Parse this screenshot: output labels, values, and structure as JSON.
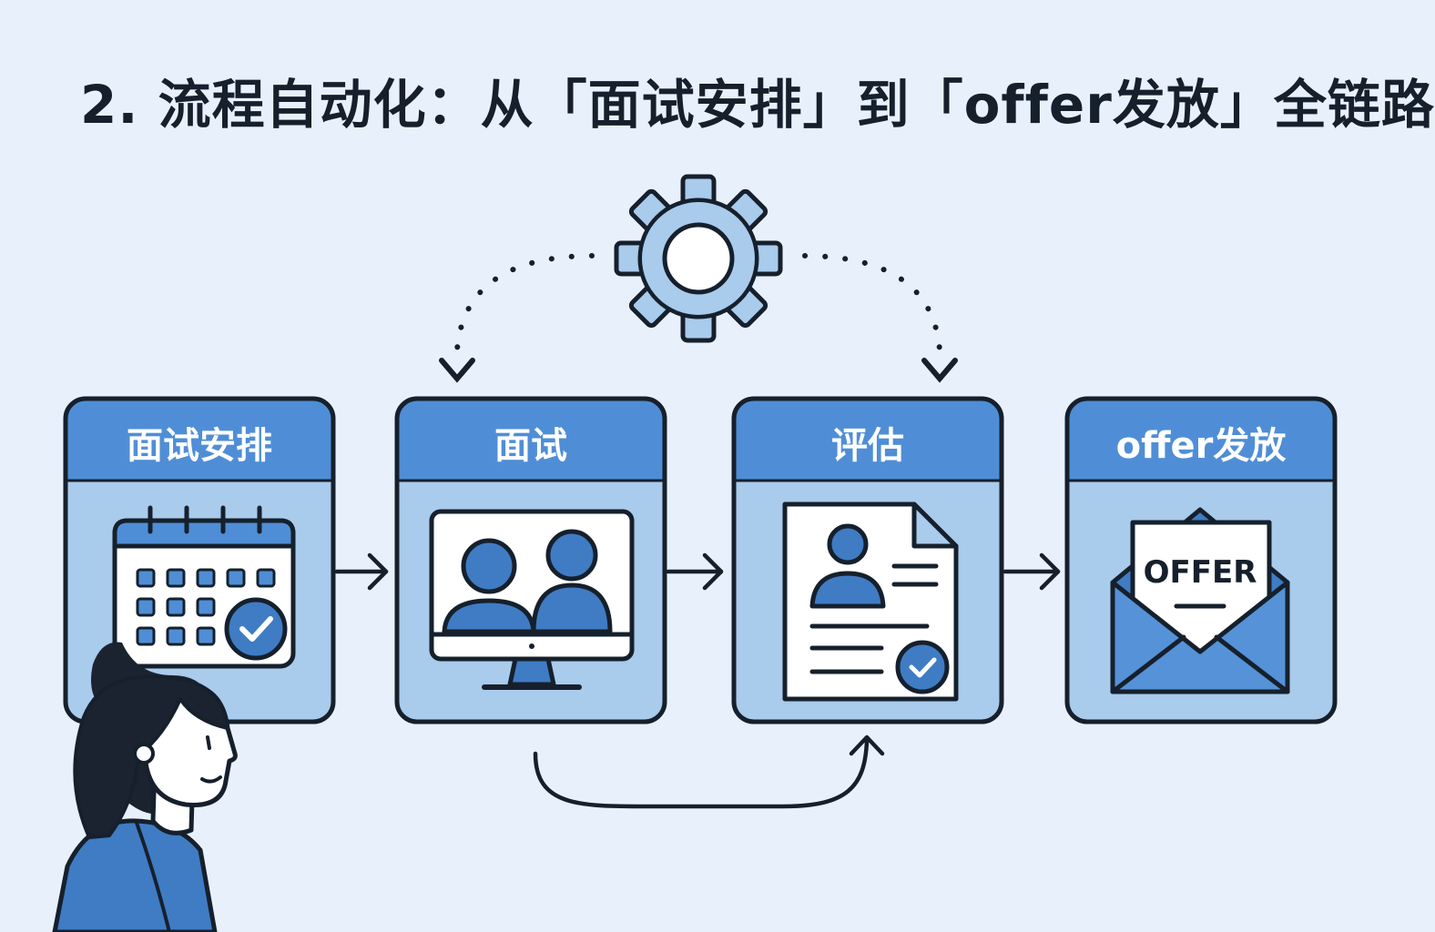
{
  "title": "2. 流程自动化：从「面试安排」到「offer发放」全链路",
  "stages": [
    {
      "label": "面试安排",
      "icon": "calendar-check-icon"
    },
    {
      "label": "面试",
      "icon": "video-interview-icon"
    },
    {
      "label": "评估",
      "icon": "evaluation-document-icon"
    },
    {
      "label": "offer发放",
      "icon": "offer-envelope-icon"
    }
  ],
  "offer_letter_text": "OFFER",
  "colors": {
    "background": "#e8f1fb",
    "card_fill": "#a9cbec",
    "card_header": "#4f8ed6",
    "icon_blue": "#3f7cc4",
    "outline": "#16202c"
  }
}
